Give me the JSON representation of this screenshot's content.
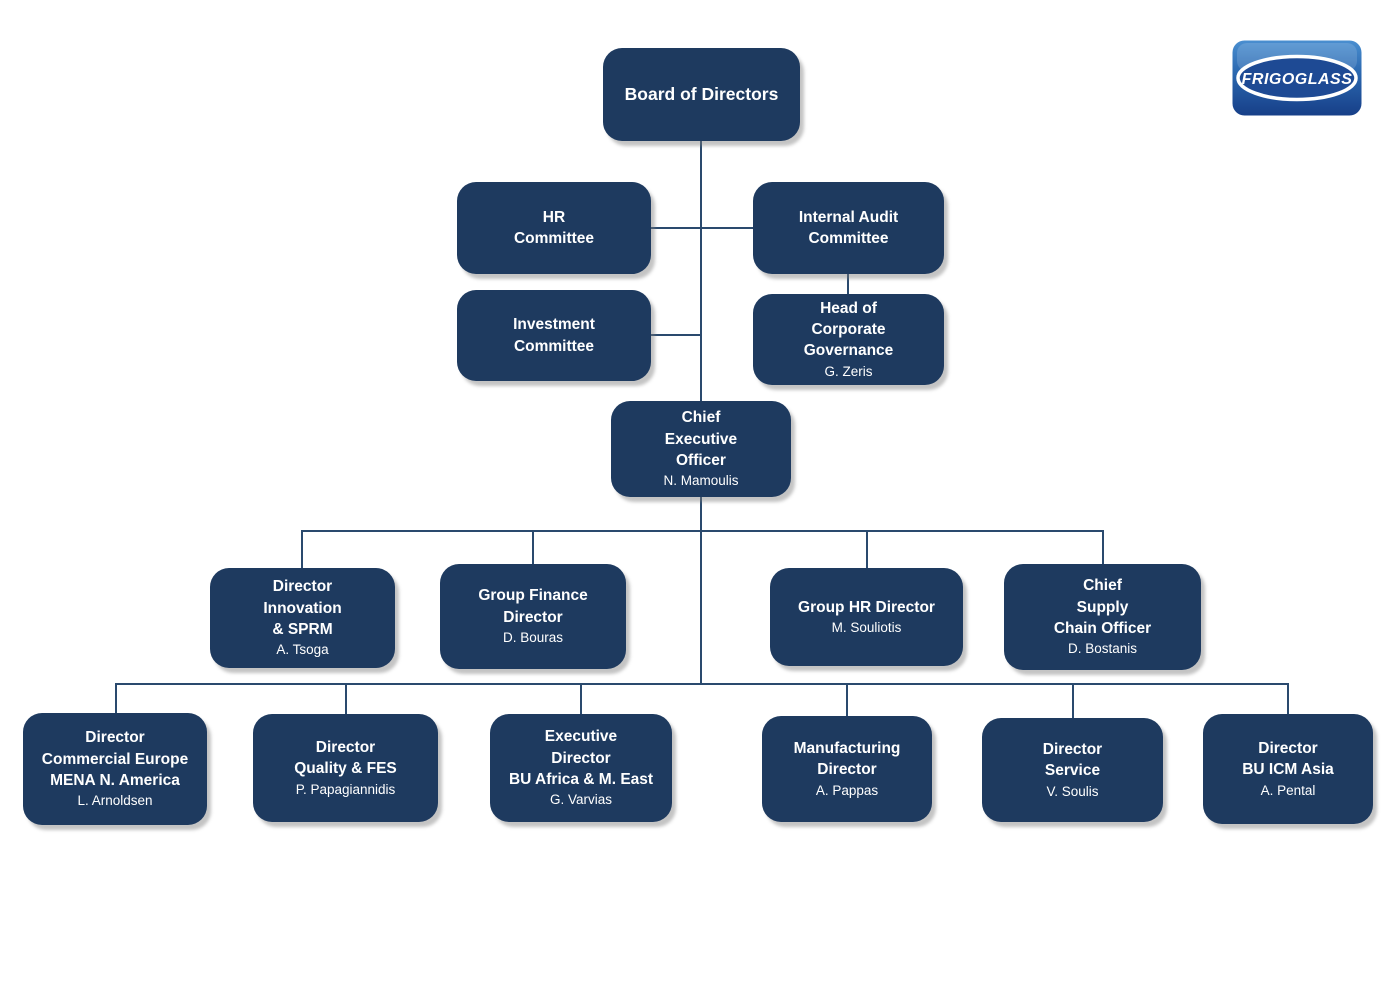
{
  "logo": {
    "text": "FRIGOGLASS"
  },
  "colors": {
    "background": "#ffffff",
    "box_fill": "#1e3a5f",
    "box_text": "#ffffff",
    "line": "#2a4a6e",
    "logo_blue_top": "#4a8fd0",
    "logo_blue_mid": "#2a66ae",
    "logo_blue_bottom": "#173f88"
  },
  "nodes": {
    "board": {
      "title": "Board of Directors"
    },
    "hr_committee": {
      "title": "HR\nCommittee"
    },
    "internal_audit_committee": {
      "title": "Internal Audit\nCommittee"
    },
    "investment_committee": {
      "title": "Investment\nCommittee"
    },
    "head_corporate_governance": {
      "title": "Head of\nCorporate\nGovernance",
      "person": "G. Zeris"
    },
    "ceo": {
      "title": "Chief\nExecutive\nOfficer",
      "person": "N. Mamoulis"
    },
    "director_innovation_sprm": {
      "title": "Director\nInnovation\n& SPRM",
      "person": "A. Tsoga"
    },
    "group_finance_director": {
      "title": "Group Finance\nDirector",
      "person": "D. Bouras"
    },
    "group_hr_director": {
      "title": "Group HR Director",
      "person": "M. Souliotis"
    },
    "chief_supply_chain_officer": {
      "title": "Chief\nSupply\nChain Officer",
      "person": "D. Bostanis"
    },
    "director_commercial_europe": {
      "title": "Director\nCommercial Europe\nMENA N. America",
      "person": "L. Arnoldsen"
    },
    "director_quality_fes": {
      "title": "Director\nQuality & FES",
      "person": "P. Papagiannidis"
    },
    "exec_director_bu_africa": {
      "title": "Executive\nDirector\nBU Africa & M. East",
      "person": "G. Varvias"
    },
    "manufacturing_director": {
      "title": "Manufacturing\nDirector",
      "person": "A. Pappas"
    },
    "director_service": {
      "title": "Director\nService",
      "person": "V. Soulis"
    },
    "director_bu_icm_asia": {
      "title": "Director\nBU ICM Asia",
      "person": "A. Pental"
    }
  }
}
